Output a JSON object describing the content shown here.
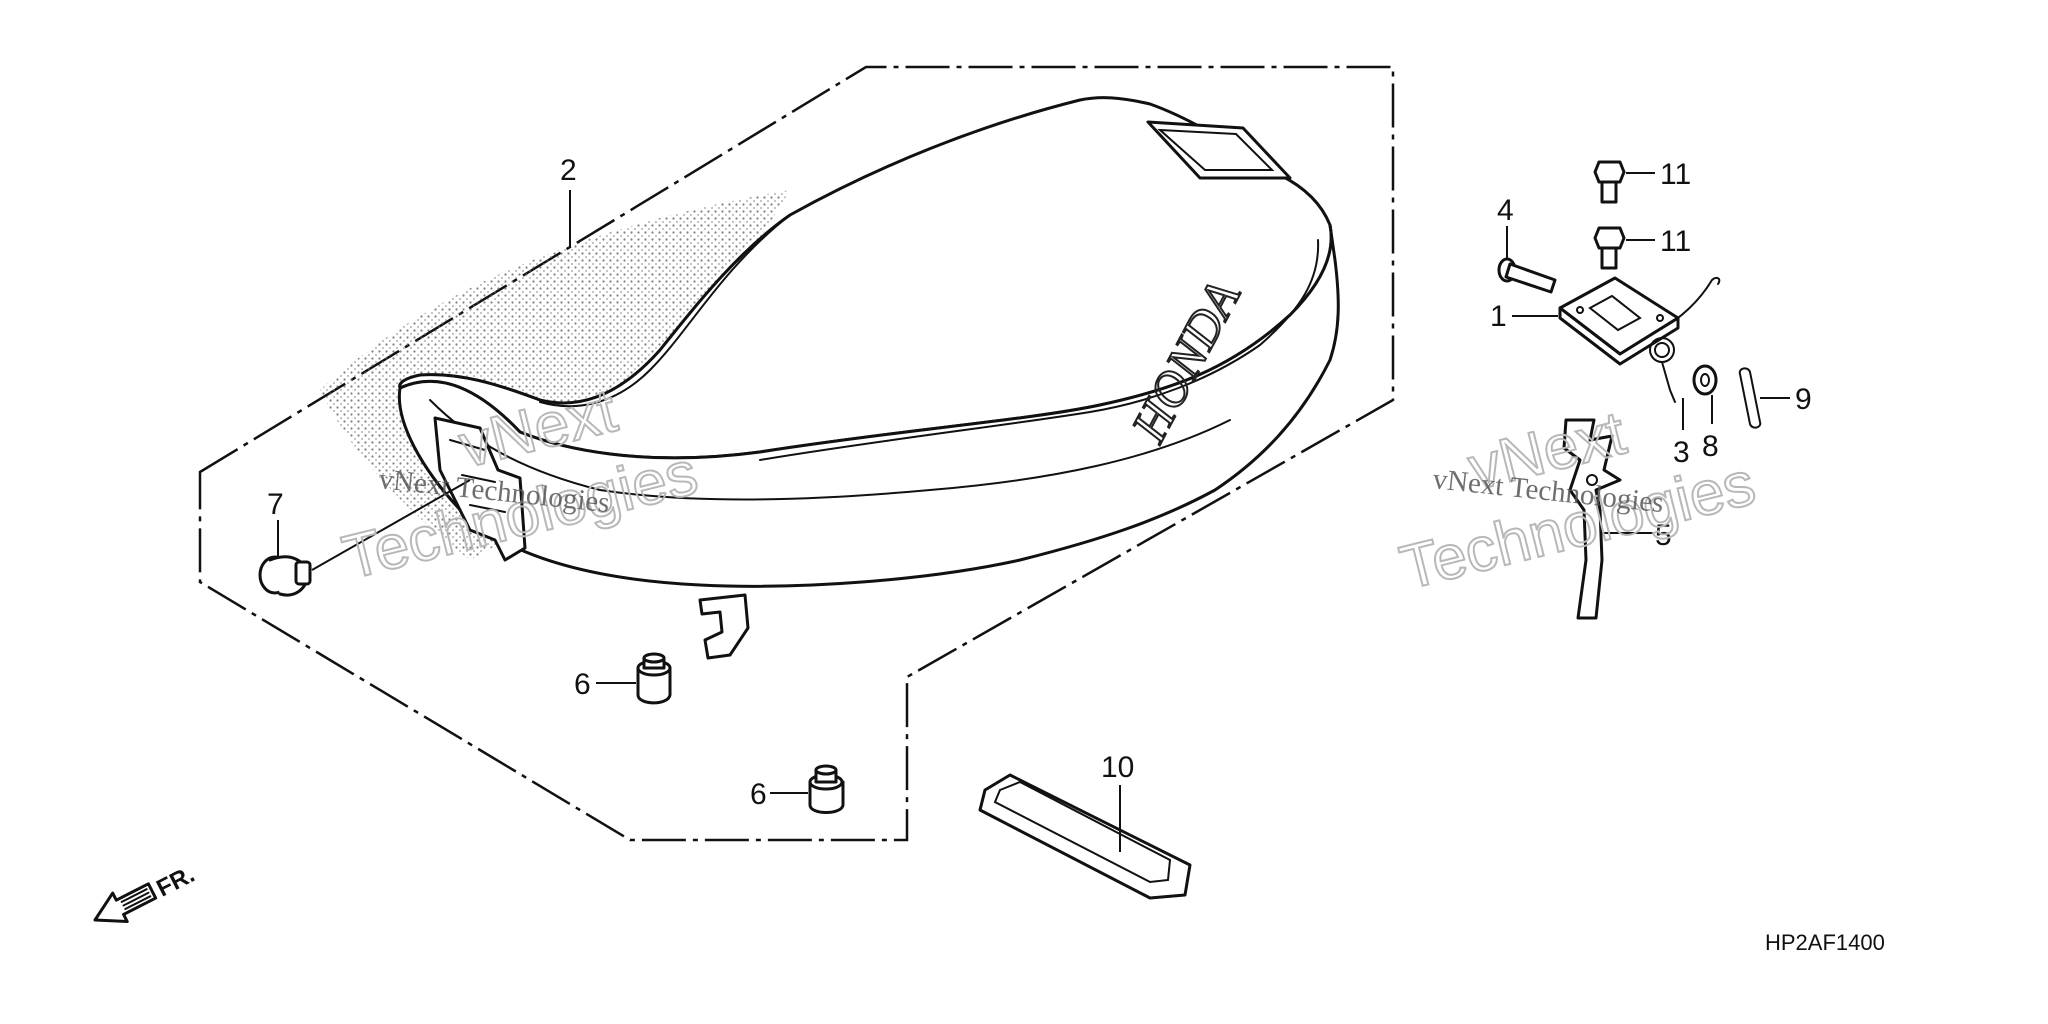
{
  "diagram": {
    "drawing_code": "HP2AF1400",
    "brand_mark": "HONDA",
    "front_indicator": "FR.",
    "watermark": {
      "serif_text": "vNext Technologies",
      "outline_line_1": "vNext",
      "outline_line_2": "Technologies"
    },
    "callouts": [
      {
        "id": "c1",
        "label": "1"
      },
      {
        "id": "c2",
        "label": "2"
      },
      {
        "id": "c3",
        "label": "3"
      },
      {
        "id": "c4",
        "label": "4"
      },
      {
        "id": "c5",
        "label": "5"
      },
      {
        "id": "c6a",
        "label": "6"
      },
      {
        "id": "c6b",
        "label": "6"
      },
      {
        "id": "c7",
        "label": "7"
      },
      {
        "id": "c8",
        "label": "8"
      },
      {
        "id": "c9",
        "label": "9"
      },
      {
        "id": "c10",
        "label": "10"
      },
      {
        "id": "c11a",
        "label": "11"
      },
      {
        "id": "c11b",
        "label": "11"
      }
    ]
  }
}
